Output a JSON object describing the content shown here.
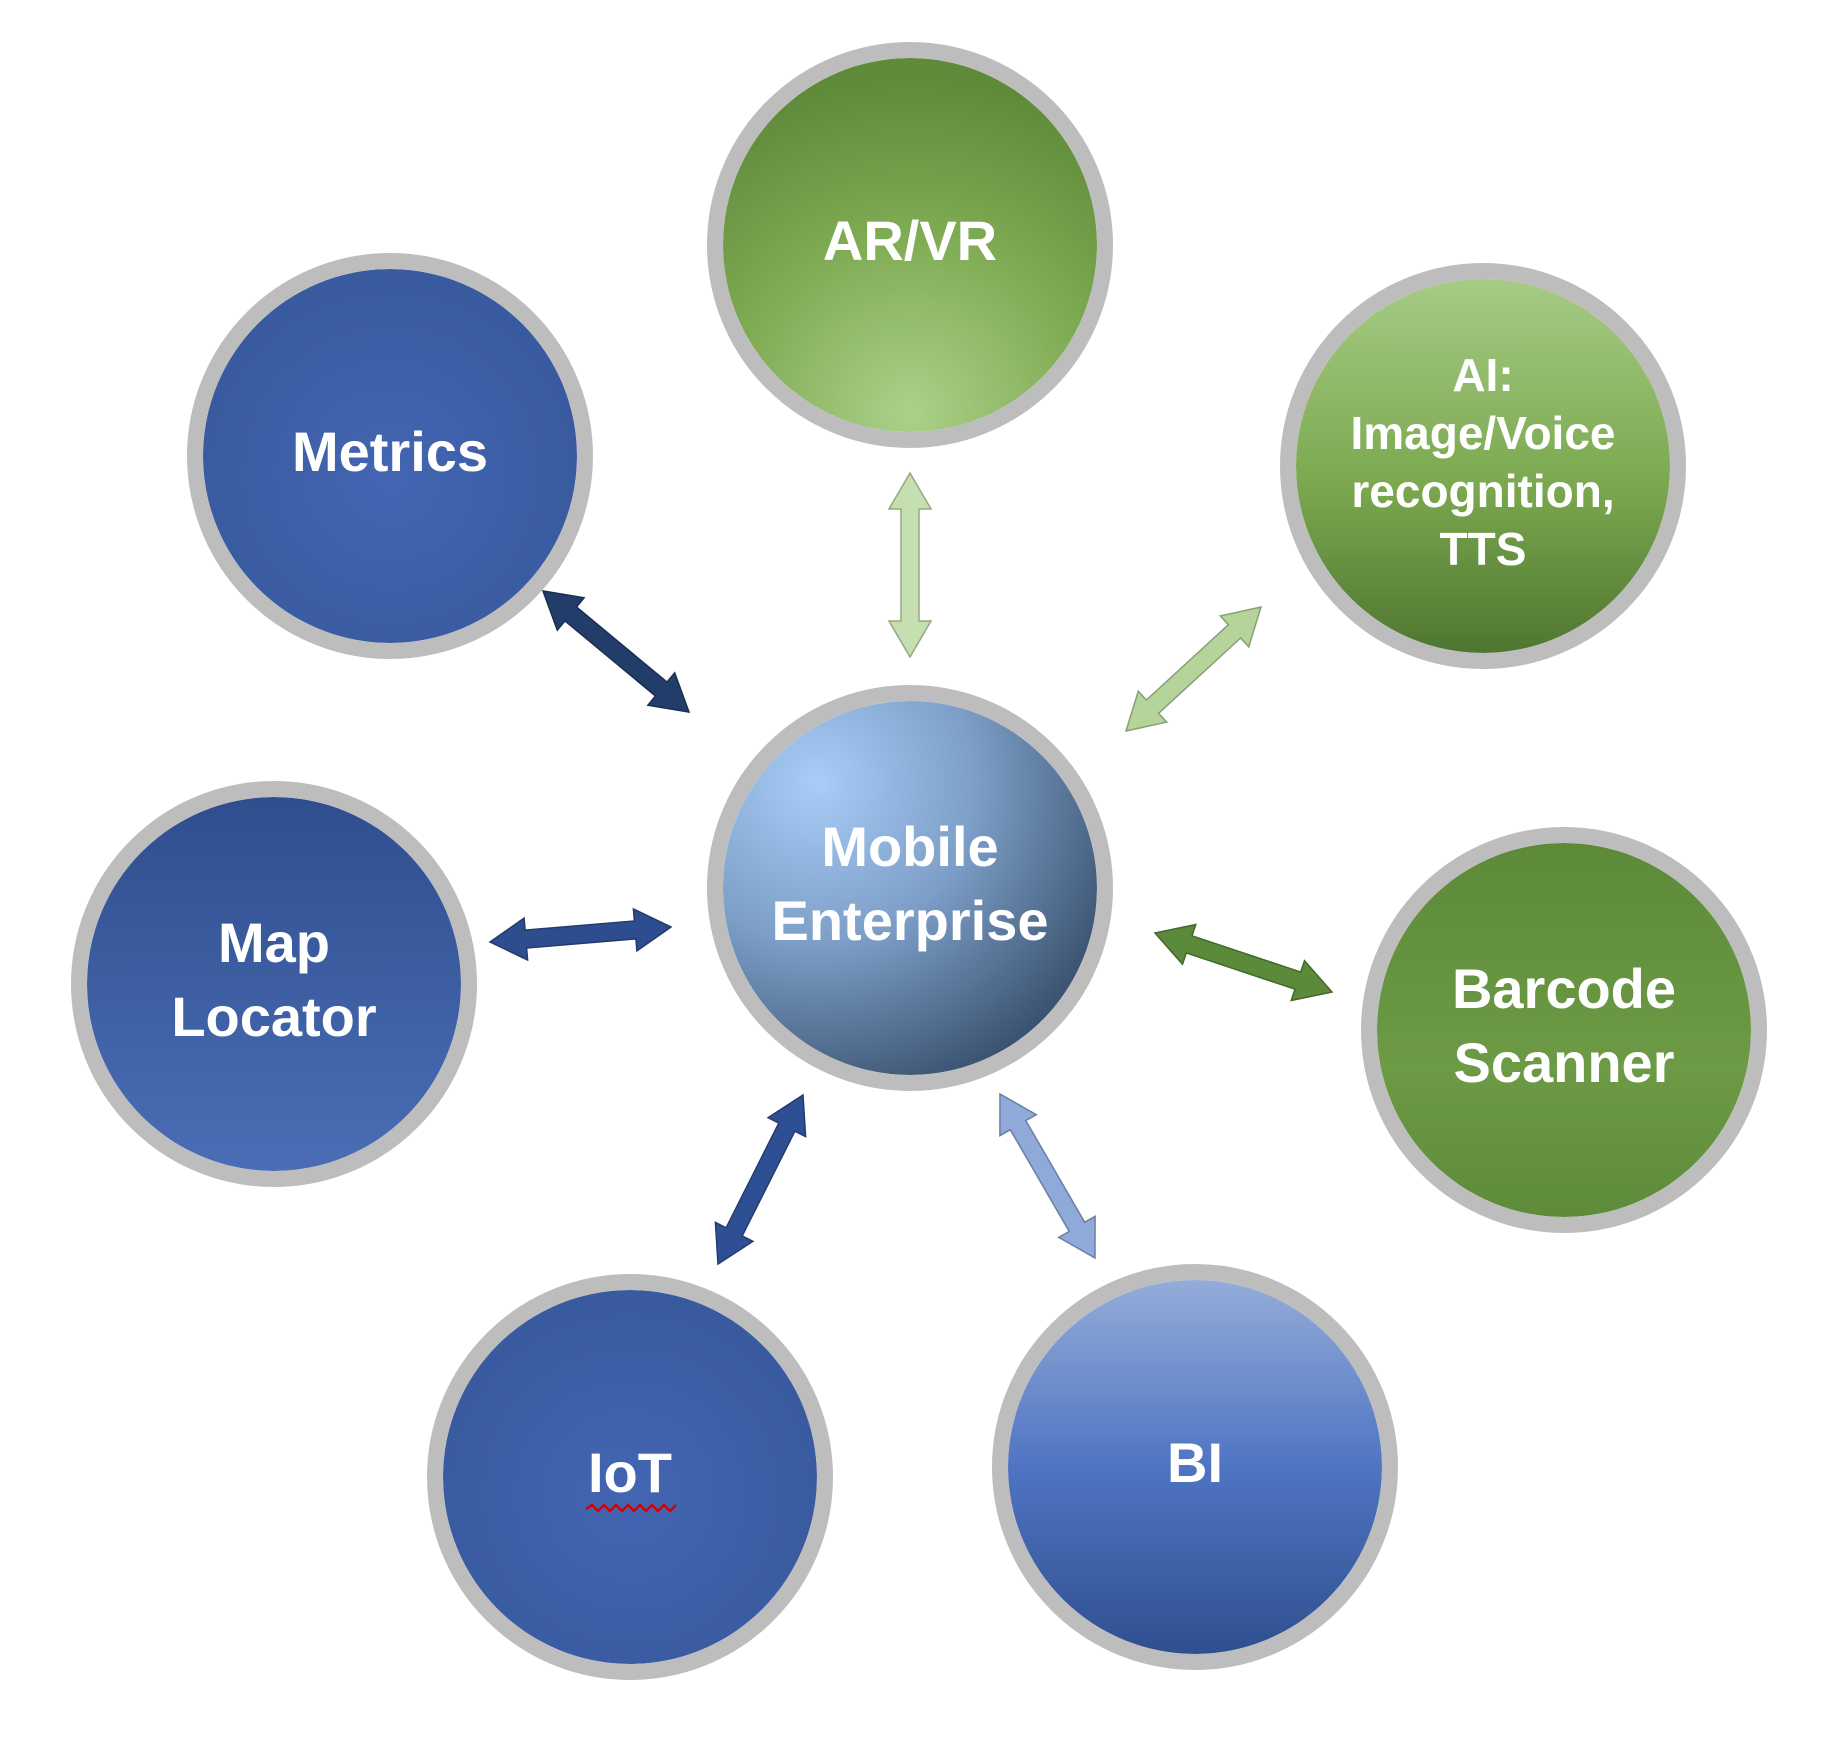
{
  "center": {
    "lines": [
      "Mobile",
      "Enterprise"
    ]
  },
  "nodes": [
    {
      "id": "ar-vr",
      "lines": [
        "AR/VR"
      ],
      "theme": "green-light"
    },
    {
      "id": "ai",
      "lines": [
        "AI:",
        "Image/Voice",
        "recognition,",
        "TTS"
      ],
      "theme": "green-light-bottom"
    },
    {
      "id": "barcode-scanner",
      "lines": [
        "Barcode",
        "Scanner"
      ],
      "theme": "green-dark"
    },
    {
      "id": "bi",
      "lines": [
        "BI"
      ],
      "theme": "blue-light"
    },
    {
      "id": "iot",
      "lines": [
        "IoT"
      ],
      "theme": "blue"
    },
    {
      "id": "map-locator",
      "lines": [
        "Map",
        "Locator"
      ],
      "theme": "blue-dark"
    },
    {
      "id": "metrics",
      "lines": [
        "Metrics"
      ],
      "theme": "blue"
    }
  ],
  "connectors": [
    {
      "id": "ar-vr",
      "color": "#c6dfb0"
    },
    {
      "id": "ai",
      "color": "#b4d49a"
    },
    {
      "id": "barcode-scanner",
      "color": "#5a8a3a"
    },
    {
      "id": "bi",
      "color": "#8fa9d8"
    },
    {
      "id": "iot",
      "color": "#2f4f94"
    },
    {
      "id": "map-locator",
      "color": "#2e4d8f"
    },
    {
      "id": "metrics",
      "color": "#233d6b"
    }
  ],
  "colors": {
    "ring": "#bdbdbd",
    "label": "#ffffff"
  },
  "annotations": {
    "spellcheck-underline-color": "#d40000"
  }
}
